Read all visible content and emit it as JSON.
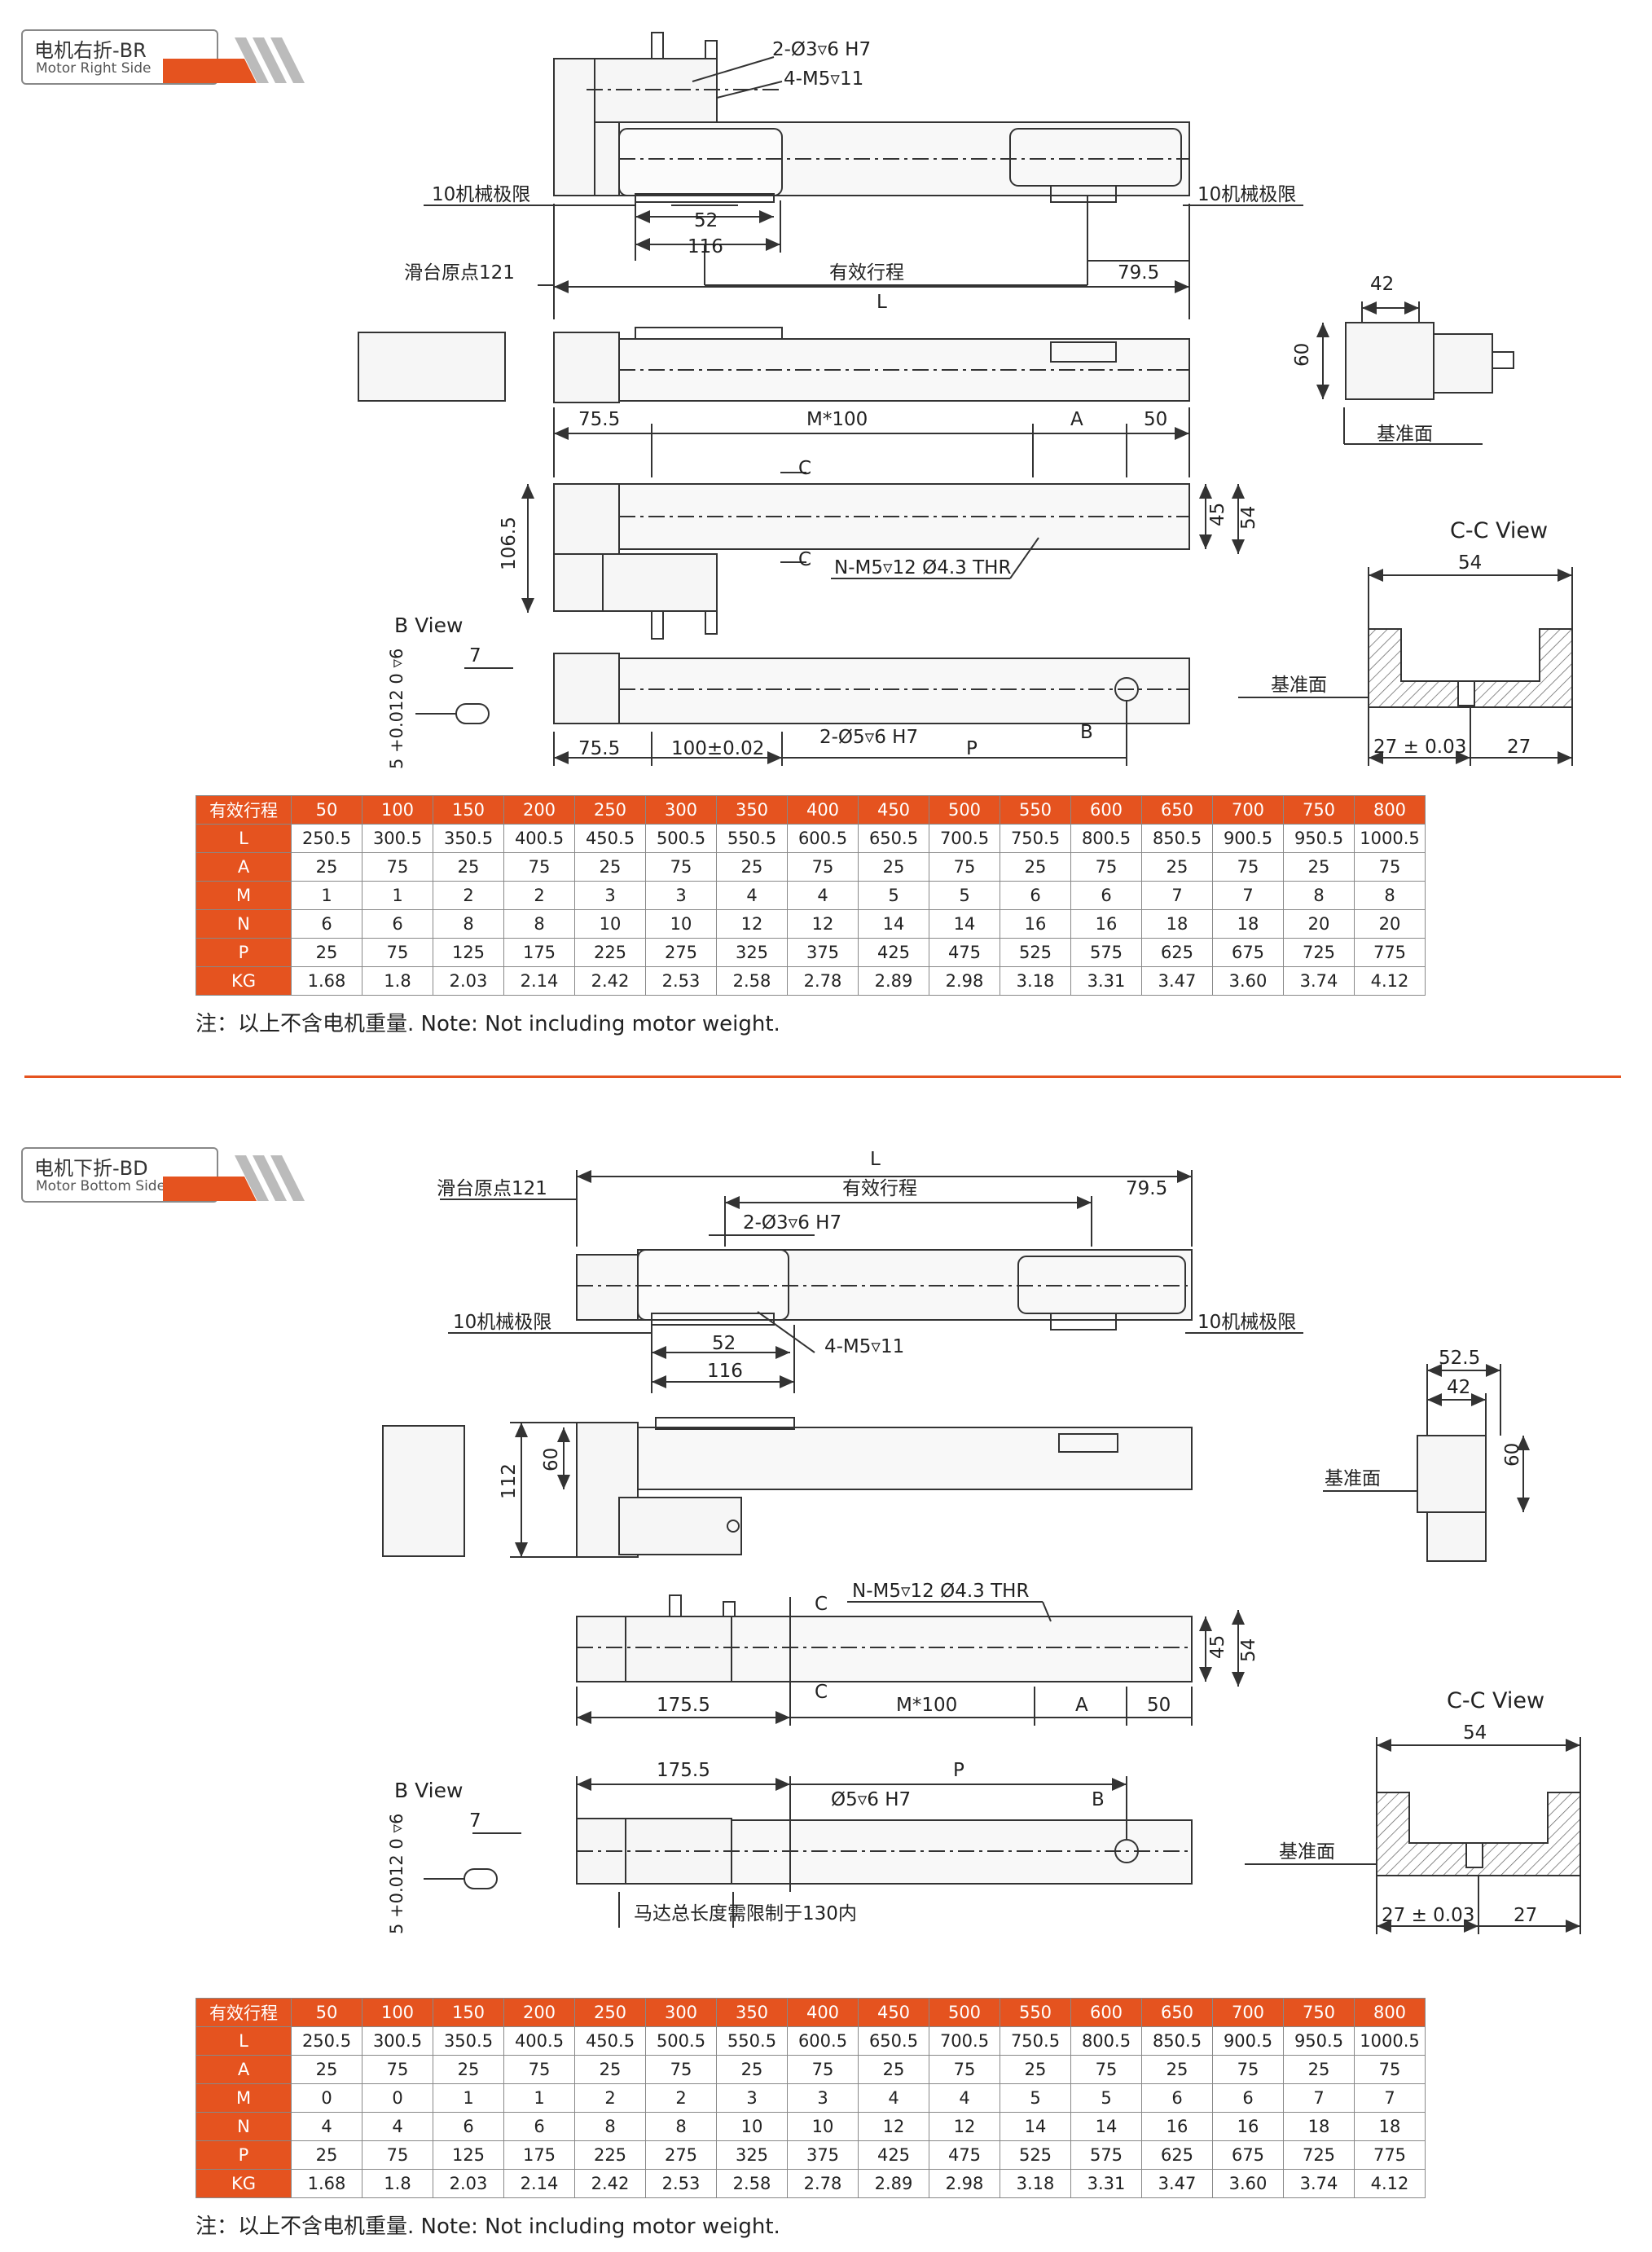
{
  "colors": {
    "accent": "#e5531f",
    "line": "#333333",
    "table_border": "#888888"
  },
  "section_br": {
    "label_cn": "电机右折-BR",
    "label_en": "Motor Right Side",
    "dims": {
      "hole_a": "2-Ø3▿6 H7",
      "hole_b": "4-M5▿11",
      "limit_left": "10机械极限",
      "limit_right": "10机械极限",
      "d52": "52",
      "d116": "116",
      "origin": "滑台原点121",
      "stroke": "有效行程",
      "d79_5": "79.5",
      "L": "L",
      "d42": "42",
      "d60": "60",
      "datum": "基准面",
      "d75_5": "75.5",
      "m100": "M*100",
      "A": "A",
      "d50": "50",
      "C_top": "C",
      "C_bot": "C",
      "d45": "45",
      "d54": "54",
      "d106_5": "106.5",
      "thread": "N-M5▿12 Ø4.3 THR",
      "cc_view": "C-C View",
      "cc_54": "54",
      "b_view": "B View",
      "d7": "7",
      "tol": "5 +0.012 0 ▿6",
      "d75_5b": "75.5",
      "d100": "100±0.02",
      "pin": "2-Ø5▿6 H7",
      "P": "P",
      "B": "B",
      "datum2": "基准面",
      "d27tol": "27 ± 0.03",
      "d27": "27"
    },
    "table": {
      "headers": [
        "有效行程",
        "50",
        "100",
        "150",
        "200",
        "250",
        "300",
        "350",
        "400",
        "450",
        "500",
        "550",
        "600",
        "650",
        "700",
        "750",
        "800"
      ],
      "rows": [
        {
          "label": "L",
          "values": [
            "250.5",
            "300.5",
            "350.5",
            "400.5",
            "450.5",
            "500.5",
            "550.5",
            "600.5",
            "650.5",
            "700.5",
            "750.5",
            "800.5",
            "850.5",
            "900.5",
            "950.5",
            "1000.5"
          ]
        },
        {
          "label": "A",
          "values": [
            "25",
            "75",
            "25",
            "75",
            "25",
            "75",
            "25",
            "75",
            "25",
            "75",
            "25",
            "75",
            "25",
            "75",
            "25",
            "75"
          ]
        },
        {
          "label": "M",
          "values": [
            "1",
            "1",
            "2",
            "2",
            "3",
            "3",
            "4",
            "4",
            "5",
            "5",
            "6",
            "6",
            "7",
            "7",
            "8",
            "8"
          ]
        },
        {
          "label": "N",
          "values": [
            "6",
            "6",
            "8",
            "8",
            "10",
            "10",
            "12",
            "12",
            "14",
            "14",
            "16",
            "16",
            "18",
            "18",
            "20",
            "20"
          ]
        },
        {
          "label": "P",
          "values": [
            "25",
            "75",
            "125",
            "175",
            "225",
            "275",
            "325",
            "375",
            "425",
            "475",
            "525",
            "575",
            "625",
            "675",
            "725",
            "775"
          ]
        },
        {
          "label": "KG",
          "values": [
            "1.68",
            "1.8",
            "2.03",
            "2.14",
            "2.42",
            "2.53",
            "2.58",
            "2.78",
            "2.89",
            "2.98",
            "3.18",
            "3.31",
            "3.47",
            "3.60",
            "3.74",
            "4.12"
          ]
        }
      ]
    },
    "note": "注：以上不含电机重量. Note: Not including motor weight."
  },
  "section_bd": {
    "label_cn": "电机下折-BD",
    "label_en": "Motor Bottom Side",
    "dims": {
      "L": "L",
      "origin": "滑台原点121",
      "stroke": "有效行程",
      "d79_5": "79.5",
      "hole_a": "2-Ø3▿6 H7",
      "limit_left": "10机械极限",
      "limit_right": "10机械极限",
      "d52": "52",
      "hole_b": "4-M5▿11",
      "d116": "116",
      "d52_5": "52.5",
      "d42": "42",
      "datum": "基准面",
      "d60r": "60",
      "d60": "60",
      "d112": "112",
      "thread": "N-M5▿12 Ø4.3 THR",
      "C_top": "C",
      "C_bot": "C",
      "d45": "45",
      "d54": "54",
      "d175_5": "175.5",
      "m100": "M*100",
      "A": "A",
      "d50": "50",
      "cc_view": "C-C View",
      "cc_54": "54",
      "b_view": "B View",
      "d175_5b": "175.5",
      "P": "P",
      "pin": "Ø5▿6 H7",
      "B": "B",
      "d7": "7",
      "tol": "5 +0.012 0 ▿6",
      "motor_note": "马达总长度需限制于130内",
      "datum2": "基准面",
      "d27tol": "27 ± 0.03",
      "d27": "27"
    },
    "table": {
      "headers": [
        "有效行程",
        "50",
        "100",
        "150",
        "200",
        "250",
        "300",
        "350",
        "400",
        "450",
        "500",
        "550",
        "600",
        "650",
        "700",
        "750",
        "800"
      ],
      "rows": [
        {
          "label": "L",
          "values": [
            "250.5",
            "300.5",
            "350.5",
            "400.5",
            "450.5",
            "500.5",
            "550.5",
            "600.5",
            "650.5",
            "700.5",
            "750.5",
            "800.5",
            "850.5",
            "900.5",
            "950.5",
            "1000.5"
          ]
        },
        {
          "label": "A",
          "values": [
            "25",
            "75",
            "25",
            "75",
            "25",
            "75",
            "25",
            "75",
            "25",
            "75",
            "25",
            "75",
            "25",
            "75",
            "25",
            "75"
          ]
        },
        {
          "label": "M",
          "values": [
            "0",
            "0",
            "1",
            "1",
            "2",
            "2",
            "3",
            "3",
            "4",
            "4",
            "5",
            "5",
            "6",
            "6",
            "7",
            "7"
          ]
        },
        {
          "label": "N",
          "values": [
            "4",
            "4",
            "6",
            "6",
            "8",
            "8",
            "10",
            "10",
            "12",
            "12",
            "14",
            "14",
            "16",
            "16",
            "18",
            "18"
          ]
        },
        {
          "label": "P",
          "values": [
            "25",
            "75",
            "125",
            "175",
            "225",
            "275",
            "325",
            "375",
            "425",
            "475",
            "525",
            "575",
            "625",
            "675",
            "725",
            "775"
          ]
        },
        {
          "label": "KG",
          "values": [
            "1.68",
            "1.8",
            "2.03",
            "2.14",
            "2.42",
            "2.53",
            "2.58",
            "2.78",
            "2.89",
            "2.98",
            "3.18",
            "3.31",
            "3.47",
            "3.60",
            "3.74",
            "4.12"
          ]
        }
      ]
    },
    "note": "注：以上不含电机重量. Note: Not including motor weight."
  }
}
